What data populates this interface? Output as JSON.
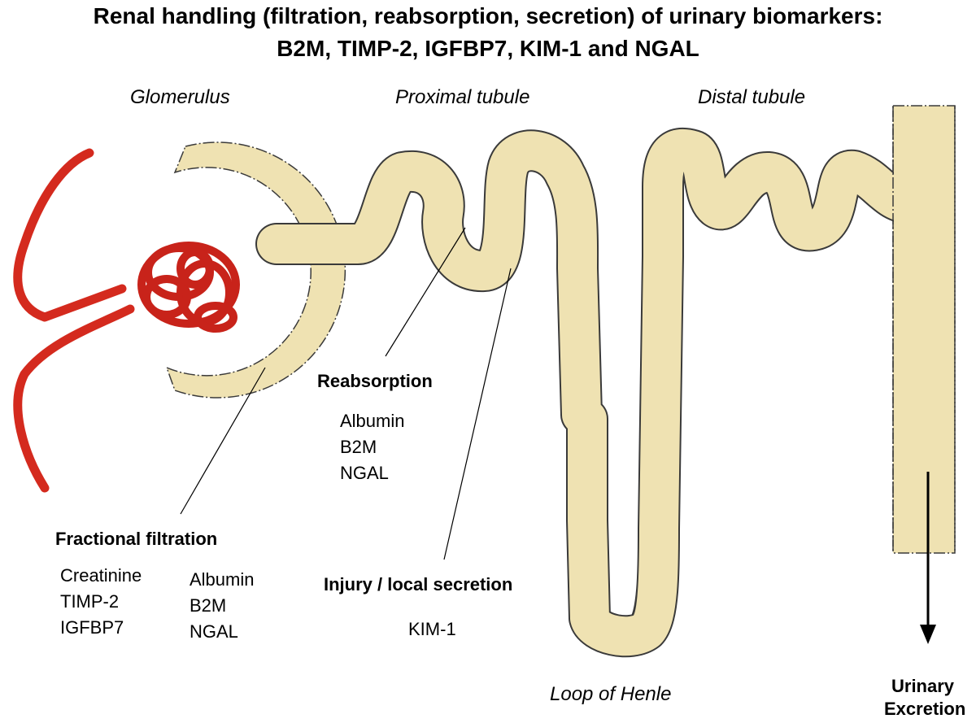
{
  "title": {
    "line1": "Renal handling (filtration, reabsorption, secretion) of urinary biomarkers:",
    "line2": "B2M, TIMP-2, IGFBP7, KIM-1 and NGAL"
  },
  "regions": {
    "glomerulus": "Glomerulus",
    "proximal": "Proximal tubule",
    "distal": "Distal tubule",
    "loop": "Loop of Henle"
  },
  "filtration": {
    "heading": "Fractional filtration",
    "col1": [
      "Creatinine",
      "TIMP-2",
      "IGFBP7"
    ],
    "col2": [
      "Albumin",
      "B2M",
      "NGAL"
    ]
  },
  "reabsorption": {
    "heading": "Reabsorption",
    "items": [
      "Albumin",
      "B2M",
      "NGAL"
    ]
  },
  "injury": {
    "heading": "Injury / local secretion",
    "items": [
      "KIM-1"
    ]
  },
  "excretion": {
    "line1": "Urinary",
    "line2": "Excretion"
  },
  "colors": {
    "tubule_fill": "#EFE2B2",
    "tubule_outline": "#3a3a3a",
    "vessel": "#D42A1E",
    "text": "#000000"
  }
}
